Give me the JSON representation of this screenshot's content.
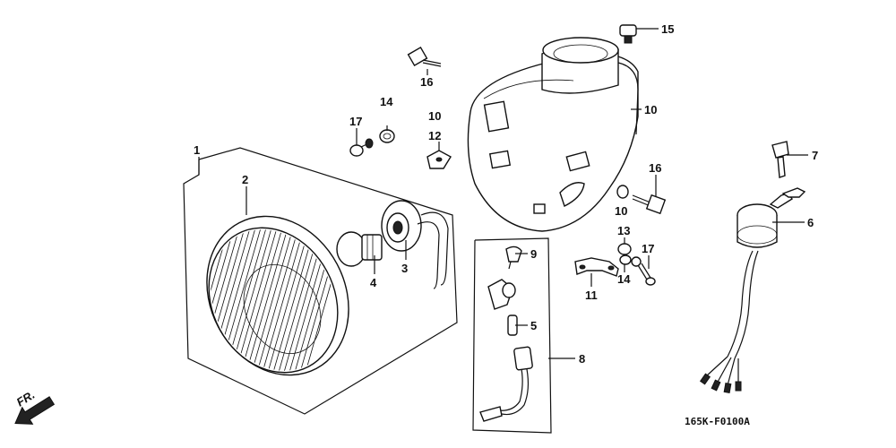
{
  "callouts": {
    "c1": "1",
    "c2": "2",
    "c3": "3",
    "c4": "4",
    "c5": "5",
    "c6": "6",
    "c7": "7",
    "c8": "8",
    "c9": "9",
    "c10a": "10",
    "c10b": "10",
    "c10c": "10",
    "c11": "11",
    "c12": "12",
    "c13": "13",
    "c14a": "14",
    "c14b": "14",
    "c15": "15",
    "c16a": "16",
    "c16b": "16",
    "c17a": "17",
    "c17b": "17"
  },
  "diagram_code": "165K-F0100A",
  "direction_label": "FR."
}
